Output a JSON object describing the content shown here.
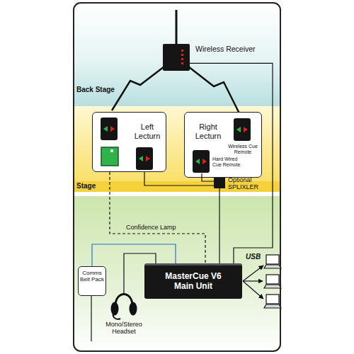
{
  "diagram": {
    "nodes": [
      {
        "text": [
          "Wireless Receiver"
        ]
      },
      {
        "text": [
          "Left Lecturn"
        ]
      },
      {
        "text": [
          "Right Lecturn"
        ]
      },
      {
        "text": [
          "Wireless Cue Remote"
        ],
        "in": 2
      },
      {
        "text": [
          "Hard Wired Cue Remote"
        ],
        "in": 2
      },
      {
        "text": [
          "Optional SPLIXLER"
        ]
      },
      {
        "text": [
          "Comms Belt Pack"
        ]
      },
      {
        "text": [
          "MasterCue V6 Main Unit"
        ]
      }
    ],
    "edges": [
      {
        "from": 0,
        "to": 7,
        "arrow": "none"
      },
      {
        "from": 4,
        "to": 5,
        "arrow": "none"
      },
      {
        "from": 1,
        "to": 5,
        "arrow": "none"
      },
      {
        "from": 5,
        "to": 7,
        "arrow": "none"
      },
      {
        "from": 1,
        "to": 7,
        "label": "Confidence Lamp",
        "arrow": "none"
      },
      {
        "from": 6,
        "to": 7,
        "arrow": "none"
      }
    ],
    "labels": [
      "Back Stage",
      "Stage",
      "USB",
      "Mono/Stereo Headset"
    ]
  }
}
